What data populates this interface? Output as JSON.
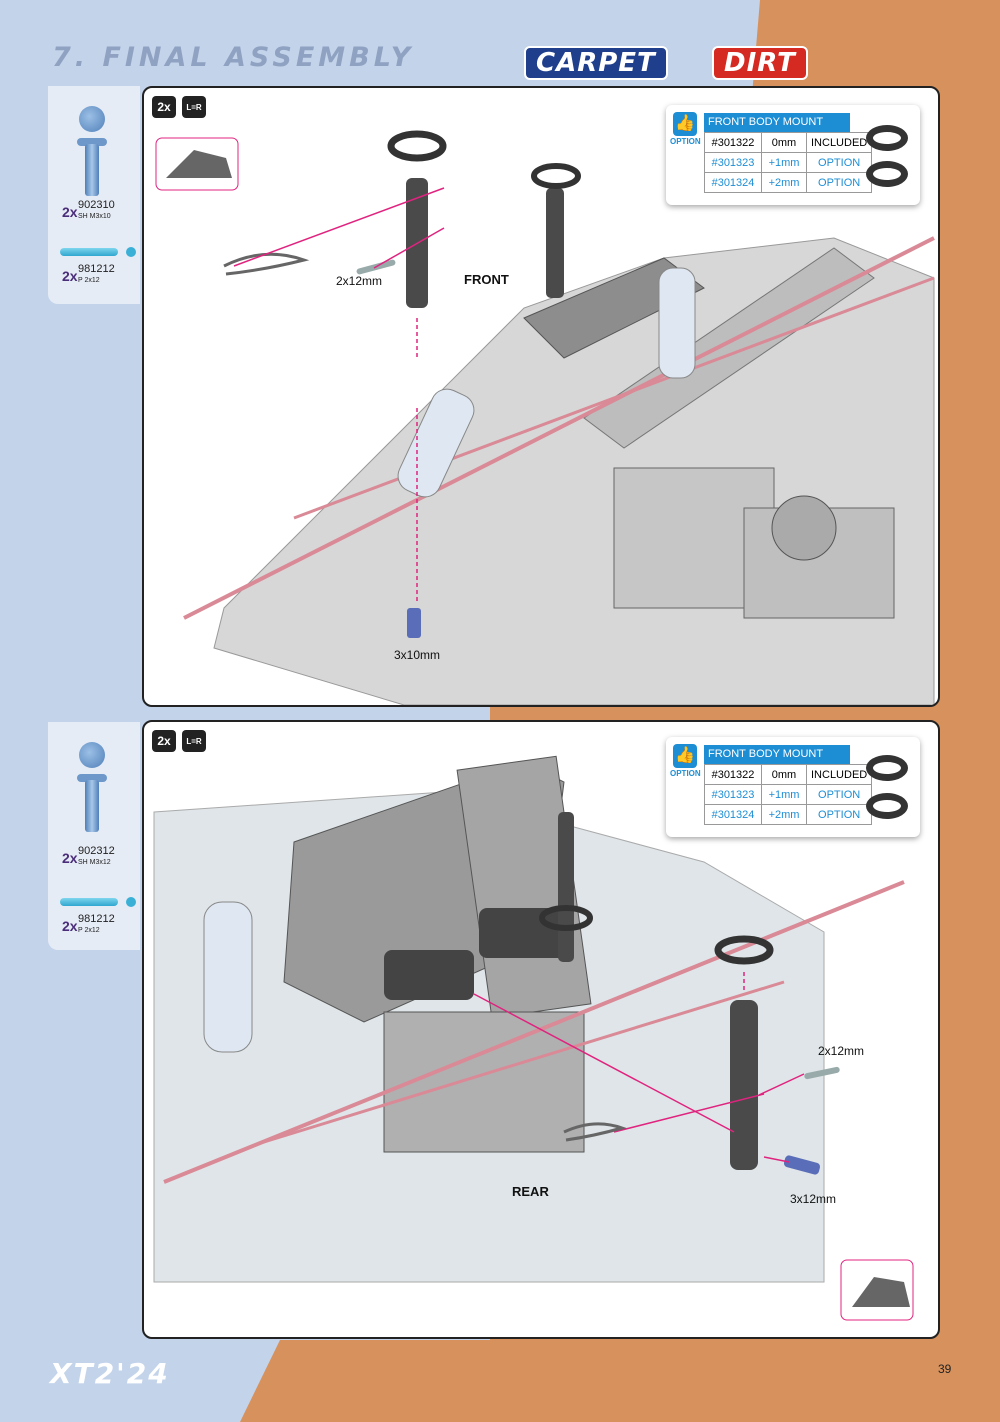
{
  "header": {
    "title": "7. FINAL ASSEMBLY",
    "surface_tags": [
      "CARPET",
      "DIRT"
    ]
  },
  "step1": {
    "multiplier": "2x",
    "sidebar": [
      {
        "qty": "2x",
        "part": "902310",
        "desc": "SH M3x10"
      },
      {
        "qty": "2x",
        "part": "981212",
        "desc": "P 2x12"
      }
    ],
    "option": {
      "badge": "OPTION",
      "title": "FRONT BODY MOUNT SETS",
      "rows": [
        [
          "#301322",
          "0mm",
          "INCLUDED"
        ],
        [
          "#301323",
          "+1mm",
          "OPTION"
        ],
        [
          "#301324",
          "+2mm",
          "OPTION"
        ]
      ]
    },
    "labels": {
      "pin": "2x12mm",
      "screw": "3x10mm",
      "direction": "FRONT"
    }
  },
  "step2": {
    "multiplier": "2x",
    "sidebar": [
      {
        "qty": "2x",
        "part": "902312",
        "desc": "SH M3x12"
      },
      {
        "qty": "2x",
        "part": "981212",
        "desc": "P 2x12"
      }
    ],
    "option": {
      "badge": "OPTION",
      "title": "FRONT BODY MOUNT SETS",
      "rows": [
        [
          "#301322",
          "0mm",
          "INCLUDED"
        ],
        [
          "#301323",
          "+1mm",
          "OPTION"
        ],
        [
          "#301324",
          "+2mm",
          "OPTION"
        ]
      ]
    },
    "labels": {
      "pin": "2x12mm",
      "screw": "3x12mm",
      "direction": "REAR"
    }
  },
  "footer": {
    "model": "XT2'24",
    "page": "39"
  },
  "colors": {
    "accent_blue": "#1e8ed4",
    "carpet": "#1f3f8c",
    "dirt": "#d42a22",
    "orange": "#d6915c",
    "arrow": "#e0237f"
  }
}
